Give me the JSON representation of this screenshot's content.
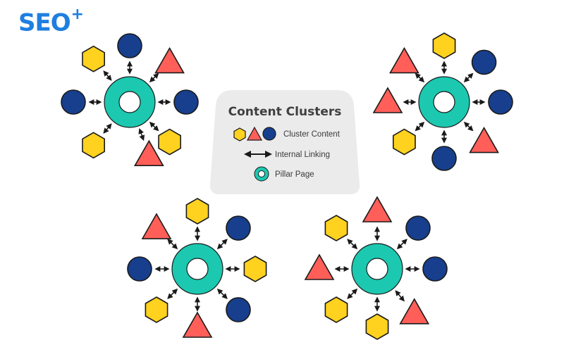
{
  "brand": {
    "logo_text": "SEO",
    "logo_plus": "+",
    "logo_color": "#1e7fe0"
  },
  "legend": {
    "title": "Content Clusters",
    "items": [
      {
        "icon": "cluster-shapes-icon",
        "label": "Cluster Content"
      },
      {
        "icon": "double-arrow-icon",
        "label": "Internal Linking"
      },
      {
        "icon": "ring-icon",
        "label": "Pillar Page"
      }
    ]
  },
  "colors": {
    "pillar": "#1cc8b0",
    "hexagon": "#ffd21f",
    "triangle": "#ff5f58",
    "circle": "#173f8e",
    "outline": "#1a1a1a",
    "legend_bg": "#ebebeb"
  },
  "clusters": [
    {
      "name": "top-left",
      "nodes": [
        "circle",
        "triangle",
        "hexagon",
        "circle",
        "triangle",
        "hexagon",
        "circle",
        "hexagon"
      ]
    },
    {
      "name": "top-right",
      "nodes": [
        "hexagon",
        "circle",
        "circle",
        "triangle",
        "circle",
        "hexagon",
        "triangle",
        "triangle"
      ]
    },
    {
      "name": "bottom-left",
      "nodes": [
        "hexagon",
        "circle",
        "hexagon",
        "circle",
        "triangle",
        "hexagon",
        "circle",
        "triangle"
      ]
    },
    {
      "name": "bottom-right",
      "nodes": [
        "triangle",
        "circle",
        "circle",
        "triangle",
        "hexagon",
        "hexagon",
        "triangle",
        "hexagon"
      ]
    }
  ]
}
